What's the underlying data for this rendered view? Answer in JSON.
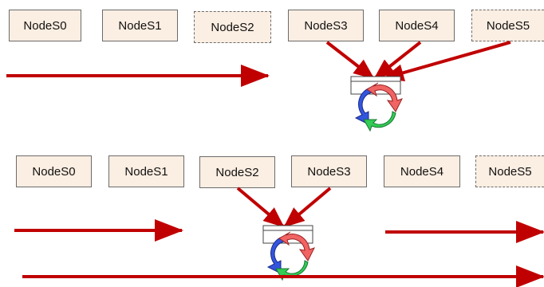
{
  "colors": {
    "node_fill": "#fbeee2",
    "node_border": "#6b6b6b",
    "arrow": "#c00000",
    "cycle_red": "#f06464",
    "cycle_blue": "#3355dd",
    "cycle_green": "#33cc55"
  },
  "top_row": {
    "nodes": [
      "NodeS0",
      "NodeS1",
      "NodeS2",
      "NodeS3",
      "NodeS4",
      "NodeS5"
    ]
  },
  "bottom_row": {
    "nodes": [
      "NodeS0",
      "NodeS1",
      "NodeS2",
      "NodeS3",
      "NodeS4",
      "NodeS5"
    ]
  },
  "icons": [
    "sync-cycle-icon",
    "right-arrow-icon"
  ]
}
